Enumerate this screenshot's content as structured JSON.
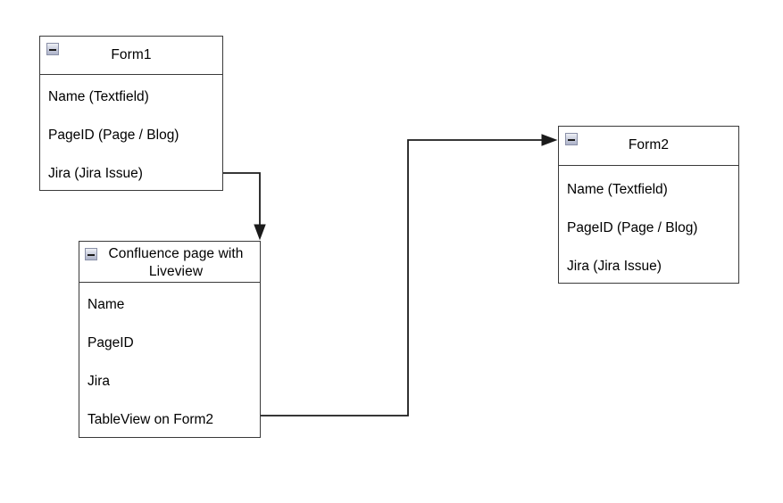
{
  "diagram": {
    "type": "uml-class-diagram",
    "background_color": "#ffffff",
    "line_color": "#1b1b1b",
    "border_color": "#3a3a3a",
    "text_color": "#000000",
    "collapse_icon_name": "collapse-minus-icon"
  },
  "boxes": [
    {
      "id": "form1",
      "title": "Form1",
      "collapse_icon": "collapse-minus-icon",
      "rows": [
        "Name (Textfield)",
        "PageID (Page / Blog)",
        "Jira (Jira Issue)"
      ]
    },
    {
      "id": "confluence",
      "title": "Confluence page with Liveview",
      "title_line1": "Confluence page with",
      "title_line2": "Liveview",
      "collapse_icon": "collapse-minus-icon",
      "rows": [
        "Name",
        "PageID",
        "Jira",
        "TableView on Form2"
      ]
    },
    {
      "id": "form2",
      "title": "Form2",
      "collapse_icon": "collapse-minus-icon",
      "rows": [
        "Name (Textfield)",
        "PageID (Page / Blog)",
        "Jira (Jira Issue)"
      ]
    }
  ],
  "connectors": [
    {
      "id": "form1-to-confluence",
      "from": "form1",
      "to": "confluence",
      "arrowhead": "filled-triangle-down"
    },
    {
      "id": "confluence-to-form2",
      "from": "confluence",
      "to": "form2",
      "arrowhead": "filled-triangle-right"
    }
  ]
}
